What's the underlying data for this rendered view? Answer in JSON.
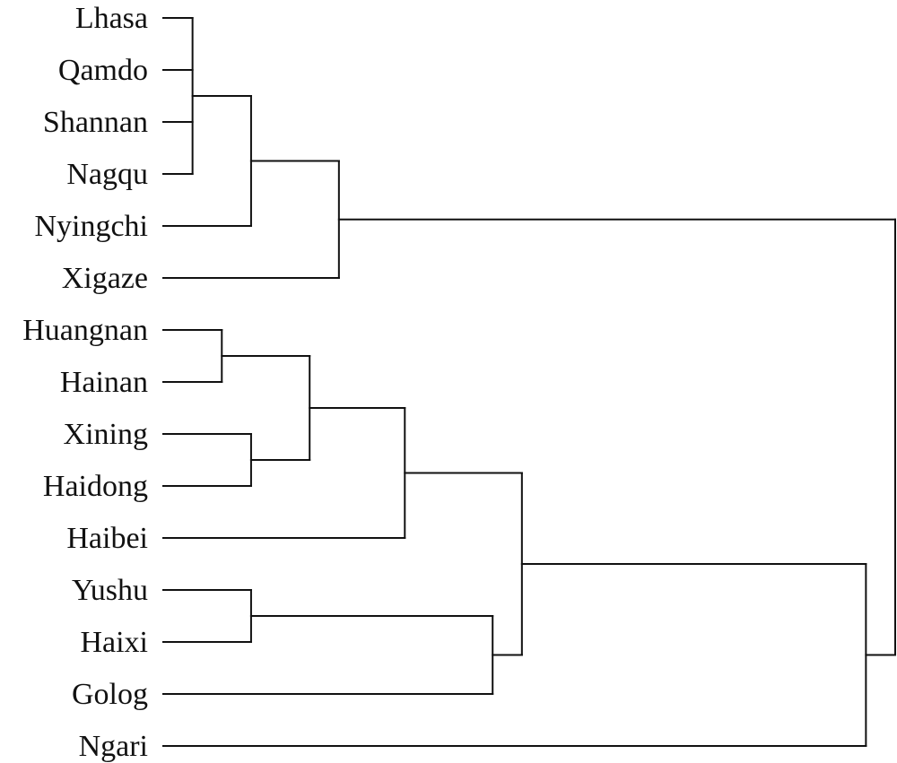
{
  "leaves": [
    {
      "id": "Lhasa",
      "label": "Lhasa"
    },
    {
      "id": "Qamdo",
      "label": "Qamdo"
    },
    {
      "id": "Shannan",
      "label": "Shannan"
    },
    {
      "id": "Nagqu",
      "label": "Nagqu"
    },
    {
      "id": "Nyingchi",
      "label": "Nyingchi"
    },
    {
      "id": "Xigaze",
      "label": "Xigaze"
    },
    {
      "id": "Huangnan",
      "label": "Huangnan"
    },
    {
      "id": "Hainan",
      "label": "Hainan"
    },
    {
      "id": "Xining",
      "label": "Xining"
    },
    {
      "id": "Haidong",
      "label": "Haidong"
    },
    {
      "id": "Haibei",
      "label": "Haibei"
    },
    {
      "id": "Yushu",
      "label": "Yushu"
    },
    {
      "id": "Haixi",
      "label": "Haixi"
    },
    {
      "id": "Golog",
      "label": "Golog"
    },
    {
      "id": "Ngari",
      "label": "Ngari"
    }
  ],
  "merges": [
    {
      "id": "m1",
      "children": [
        "Lhasa",
        "Qamdo",
        "Shannan",
        "Nagqu"
      ],
      "height": 0.04
    },
    {
      "id": "m2",
      "children": [
        "Huangnan",
        "Hainan"
      ],
      "height": 0.08
    },
    {
      "id": "m3",
      "children": [
        "Xining",
        "Haidong"
      ],
      "height": 0.12
    },
    {
      "id": "m4",
      "children": [
        "Yushu",
        "Haixi"
      ],
      "height": 0.12
    },
    {
      "id": "m5",
      "children": [
        "m1",
        "Nyingchi"
      ],
      "height": 0.12
    },
    {
      "id": "m6",
      "children": [
        "m2",
        "m3"
      ],
      "height": 0.2
    },
    {
      "id": "m7",
      "children": [
        "m5",
        "Xigaze"
      ],
      "height": 0.24
    },
    {
      "id": "m8",
      "children": [
        "m6",
        "Haibei"
      ],
      "height": 0.33
    },
    {
      "id": "m9",
      "children": [
        "m4",
        "Golog"
      ],
      "height": 0.45
    },
    {
      "id": "m10",
      "children": [
        "m8",
        "m9"
      ],
      "height": 0.49
    },
    {
      "id": "m11",
      "children": [
        "m10",
        "Ngari"
      ],
      "height": 0.96
    },
    {
      "id": "m12",
      "children": [
        "m7",
        "m11"
      ],
      "height": 1.0
    }
  ]
}
